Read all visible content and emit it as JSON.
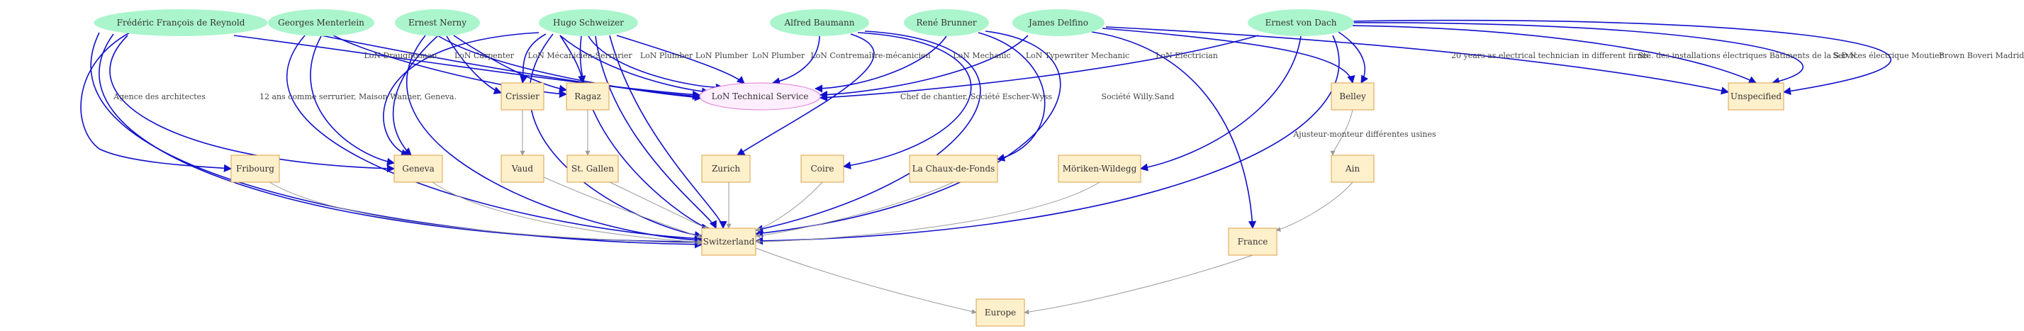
{
  "colors": {
    "person_fill": "#aaf5cc",
    "place_fill": "#fff0cc",
    "place_stroke": "#d9a048",
    "org_fill": "#ffeeff",
    "org_stroke": "#e07ad8",
    "edge_person": "#1010cc",
    "edge_place": "#999999",
    "text": "#333333"
  },
  "people": [
    {
      "id": "p_reynold",
      "label": "Frédéric François de Reynold"
    },
    {
      "id": "p_menterlein",
      "label": "Georges Menterlein"
    },
    {
      "id": "p_nerny",
      "label": "Ernest  Nerny"
    },
    {
      "id": "p_schweizer",
      "label": "Hugo Schweizer"
    },
    {
      "id": "p_baumann",
      "label": "Alfred Baumann"
    },
    {
      "id": "p_brunner",
      "label": "René Brunner"
    },
    {
      "id": "p_delfino",
      "label": "James Delfino"
    },
    {
      "id": "p_dach",
      "label": "Ernest von Dach"
    }
  ],
  "organizations": [
    {
      "id": "o_lon",
      "label": "LoN Technical Service"
    }
  ],
  "places": [
    {
      "id": "c_crissier",
      "label": "Crissier"
    },
    {
      "id": "c_ragaz",
      "label": "Ragaz"
    },
    {
      "id": "c_belley",
      "label": "Belley"
    },
    {
      "id": "c_unspecified",
      "label": "Unspecified"
    },
    {
      "id": "c_fribourg",
      "label": "Fribourg"
    },
    {
      "id": "c_geneva",
      "label": "Geneva"
    },
    {
      "id": "c_vaud",
      "label": "Vaud"
    },
    {
      "id": "c_stgallen",
      "label": "St. Gallen"
    },
    {
      "id": "c_zurich",
      "label": "Zurich"
    },
    {
      "id": "c_coire",
      "label": "Coire"
    },
    {
      "id": "c_chauxdefonds",
      "label": "La Chaux-de-Fonds"
    },
    {
      "id": "c_moriken",
      "label": "Möriken-Wildegg"
    },
    {
      "id": "c_ain",
      "label": "Ain"
    },
    {
      "id": "c_switzerland",
      "label": "Switzerland"
    },
    {
      "id": "c_france",
      "label": "France"
    },
    {
      "id": "c_europe",
      "label": "Europe"
    }
  ],
  "edge_labels": [
    {
      "id": "l_draughtsman",
      "text": "LoN Draughtsman"
    },
    {
      "id": "l_carpenter",
      "text": "LoN Carpenter"
    },
    {
      "id": "l_serrurier",
      "text": "LoN Mécanicien-Serrurier"
    },
    {
      "id": "l_plumber1",
      "text": "LoN Plumber"
    },
    {
      "id": "l_plumber2",
      "text": "LoN Plumber"
    },
    {
      "id": "l_plumber3",
      "text": "LoN Plumber"
    },
    {
      "id": "l_contremaitre",
      "text": "LoN Contremaître-mécanicien"
    },
    {
      "id": "l_mechanic",
      "text": "LoN Mechanic"
    },
    {
      "id": "l_typewriter",
      "text": "LoN Typewriter Mechanic"
    },
    {
      "id": "l_electrician",
      "text": "LoN Electrician"
    },
    {
      "id": "l_20years",
      "text": "20 years as electrical technician in different firms."
    },
    {
      "id": "l_ste",
      "text": "Sté. des installations électriques Bâtiments de la S.D.N."
    },
    {
      "id": "l_moutier",
      "text": "Services électrique Moutier"
    },
    {
      "id": "l_brownboveri",
      "text": "Brown Boveri Madrid"
    },
    {
      "id": "l_agence",
      "text": "Agence des architectes"
    },
    {
      "id": "l_wanner",
      "text": "12 ans comme serrurier, Maison Wanner, Geneva."
    },
    {
      "id": "l_escherwyss",
      "text": "Chef de chantier, Société Escher-Wyss"
    },
    {
      "id": "l_willysand",
      "text": "Société Willy.Sand"
    },
    {
      "id": "l_ajusteur",
      "text": "Ajusteur-monteur différentes usines"
    }
  ]
}
